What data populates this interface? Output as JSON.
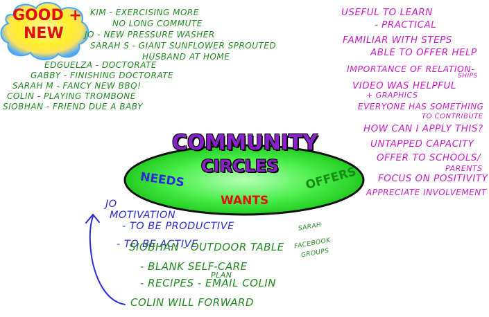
{
  "badge": {
    "line1": "GOOD +",
    "line2": "NEW"
  },
  "good_new_items": [
    "KIM - EXERCISING MORE",
    "NO LONG COMMUTE",
    "JO - NEW PRESSURE WASHER",
    "SARAH S - GIANT SUNFLOWER SPROUTED",
    "HUSBAND AT HOME",
    "EDGUELZA - DOCTORATE",
    "GABBY - FINISHING DOCTORATE",
    "SARAH M - FANCY NEW BBQ!",
    "COLIN - PLAYING TROMBONE",
    "SIOBHAN - FRIEND DUE A BABY"
  ],
  "center": {
    "title1": "COMMUNITY",
    "title2": "CIRCLES",
    "needs": "NEEDS",
    "wants": "WANTS",
    "offers": "OFFERS"
  },
  "feedback": [
    "USEFUL TO LEARN",
    "- PRACTICAL",
    "FAMILIAR WITH STEPS",
    "ABLE TO OFFER HELP",
    "IMPORTANCE OF RELATION-",
    "SHIPS",
    "VIDEO WAS HELPFUL",
    "+ GRAPHICS",
    "EVERYONE HAS SOMETHING",
    "TO CONTRIBUTE",
    "HOW CAN I APPLY THIS?",
    "UNTAPPED CAPACITY",
    "OFFER TO SCHOOLS/",
    "PARENTS",
    "FOCUS ON POSITIVITY",
    "APPRECIATE INVOLVEMENT"
  ],
  "needs_notes": [
    "JO",
    "MOTIVATION",
    "- TO BE PRODUCTIVE",
    "- TO BE ACTIVE",
    "SIOBHAN - OUTDOOR TABLE",
    "SARAH",
    "FACEBOOK",
    "GROUPS",
    "- BLANK SELF-CARE",
    "PLAN",
    "- RECIPES - EMAIL COLIN",
    "COLIN WILL FORWARD"
  ],
  "colors": {
    "cloud_yellow": "#ffef2a",
    "cloud_blue": "#49a6ff",
    "ellipse_green": "#35e635",
    "title_purple": "#8a22c9",
    "needs_blue": "#2b2bd6",
    "wants_red": "#e01010",
    "offers_green": "#178a17"
  }
}
